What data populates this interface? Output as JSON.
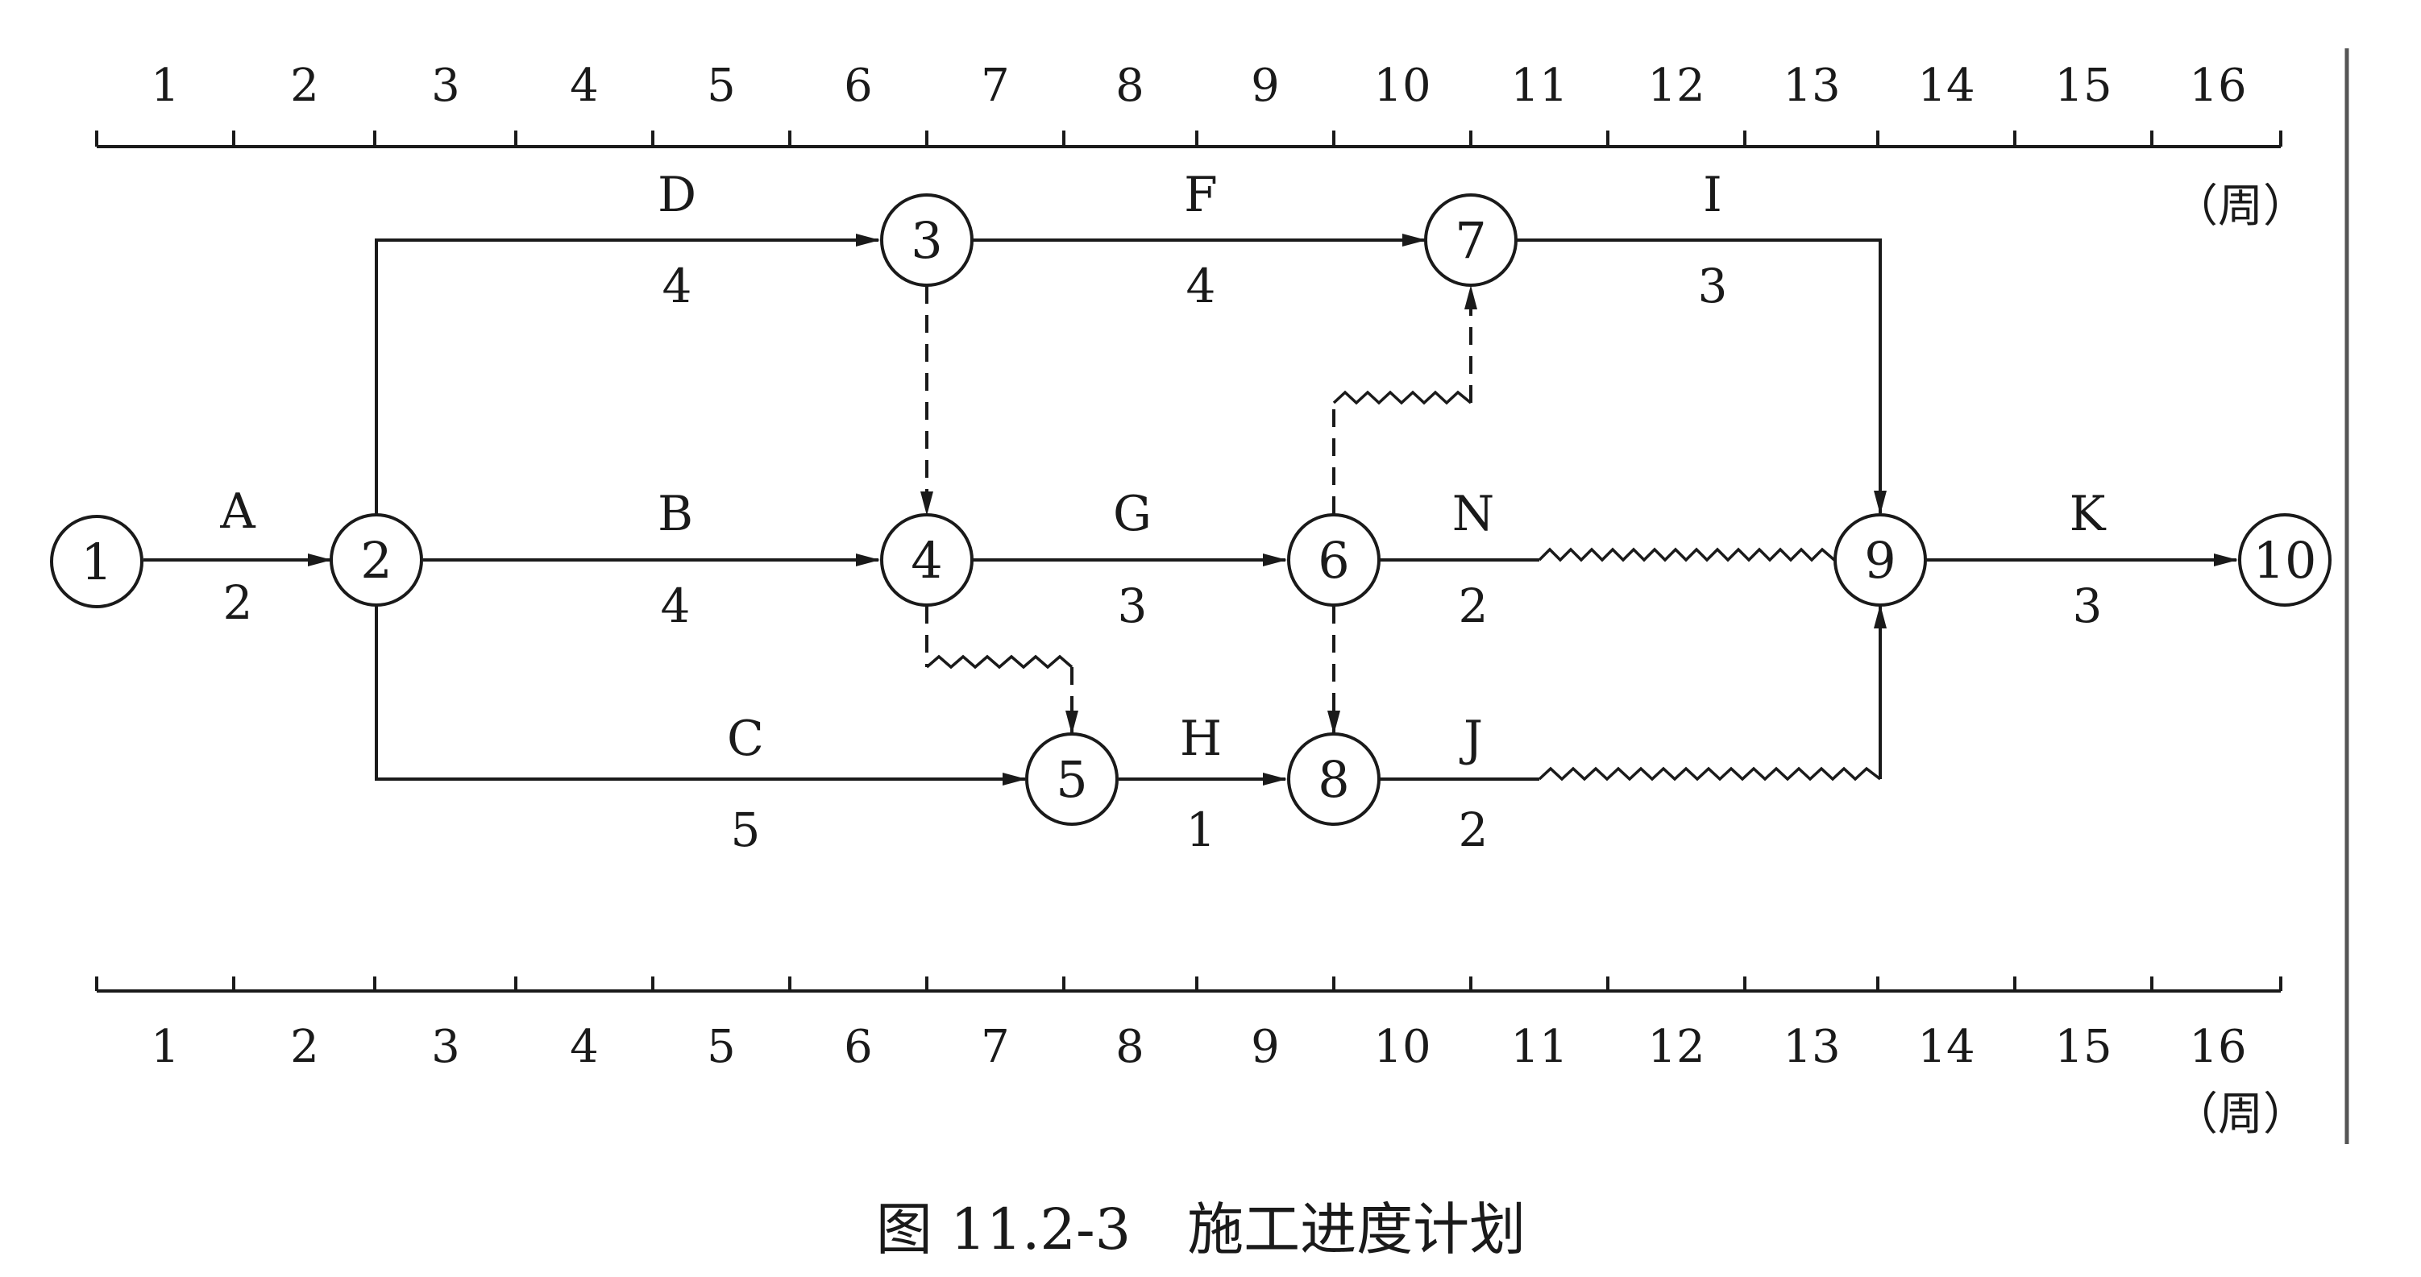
{
  "diagram": {
    "time_scale": {
      "ticks": [
        "1",
        "2",
        "3",
        "4",
        "5",
        "6",
        "7",
        "8",
        "9",
        "10",
        "11",
        "12",
        "13",
        "14",
        "15",
        "16"
      ],
      "unit": "（周）"
    },
    "nodes": [
      "1",
      "2",
      "3",
      "4",
      "5",
      "6",
      "7",
      "8",
      "9",
      "10"
    ],
    "activities": [
      {
        "id": "A",
        "duration": "2"
      },
      {
        "id": "B",
        "duration": "4"
      },
      {
        "id": "C",
        "duration": "5"
      },
      {
        "id": "D",
        "duration": "4"
      },
      {
        "id": "F",
        "duration": "4"
      },
      {
        "id": "G",
        "duration": "3"
      },
      {
        "id": "H",
        "duration": "1"
      },
      {
        "id": "I",
        "duration": "3"
      },
      {
        "id": "N",
        "duration": "2"
      },
      {
        "id": "J",
        "duration": "2"
      },
      {
        "id": "K",
        "duration": "3"
      }
    ],
    "caption": "图 11.2-3　施工进度计划"
  }
}
